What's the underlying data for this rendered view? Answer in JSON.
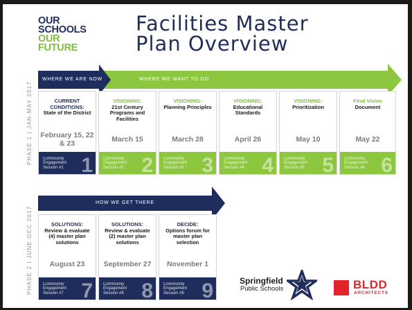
{
  "logo": {
    "line1": "OUR",
    "line2": "SCHOOLS",
    "line3": "OUR",
    "line4": "FUTURE"
  },
  "title": {
    "line1": "Facilities Master",
    "line2": "Plan Overview"
  },
  "phase1_label": "PHASE 1 | JAN-MAY 2017",
  "phase2_label": "PHASE 2 | JUNE-DEC 2017",
  "arrows": {
    "where_we_are": "WHERE WE ARE NOW",
    "where_we_want": "WHERE WE WANT TO GO",
    "how_we_get": "HOW WE GET THERE"
  },
  "phase1_cards": [
    {
      "kw": "CURRENT CONDITIONS:",
      "sub": "State of the District",
      "date": "February 15, 22 & 23",
      "ce": "Community Engagement Session #1",
      "num": "1"
    },
    {
      "kw": "VISIONING:",
      "sub": "21st Century Programs and Facilities",
      "date": "March 15",
      "ce": "Community Engagement Session #2",
      "num": "2"
    },
    {
      "kw": "VISIONING:",
      "sub": "Planning Principles",
      "date": "March 28",
      "ce": "Community Engagement Session #3",
      "num": "3"
    },
    {
      "kw": "VISIONING:",
      "sub": "Educational Standards",
      "date": "April 26",
      "ce": "Community Engagement Session #4",
      "num": "4"
    },
    {
      "kw": "VISIONING:",
      "sub": "Prioritization",
      "date": "May 10",
      "ce": "Community Engagement Session #5",
      "num": "5"
    },
    {
      "kw": "Final Vision",
      "sub": "Document",
      "date": "May 22",
      "ce": "Community Engagement Session #6",
      "num": "6"
    }
  ],
  "phase2_cards": [
    {
      "kw": "SOLUTIONS:",
      "sub": "Review & evaluate (4) master plan solutions",
      "date": "August 23",
      "ce": "Community Engagement Session #7",
      "num": "7"
    },
    {
      "kw": "SOLUTIONS:",
      "sub": "Review & evaluate (2) master plan solutions",
      "date": "September 27",
      "ce": "Community Engagement Session #8",
      "num": "8"
    },
    {
      "kw": "DECIDE:",
      "sub": "Options forum for master plan selection",
      "date": "November 1",
      "ce": "Community Engagement Session #9",
      "num": "9"
    }
  ],
  "springfield": {
    "line1": "Springfield",
    "line2": "Public Schools"
  },
  "bldd": {
    "name": "BLDD",
    "sub": "ARCHITECTS"
  },
  "colors": {
    "navy": "#1f2d5c",
    "green": "#8dc63f",
    "red": "#e3242b"
  }
}
